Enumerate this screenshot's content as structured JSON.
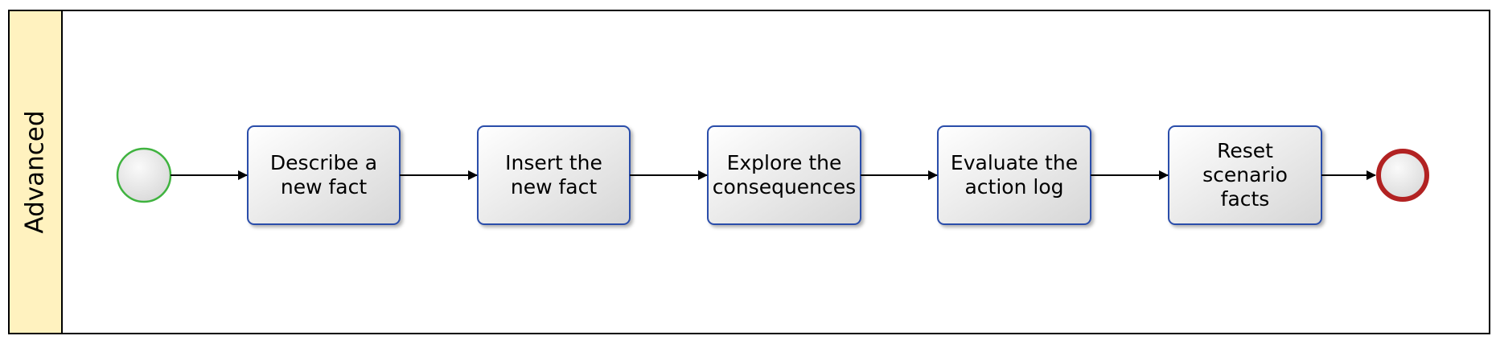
{
  "lane": {
    "label": "Advanced"
  },
  "colors": {
    "lane_fill": "#FFF2BF",
    "task_border": "#2B4EAA",
    "start_event": "#3FB33F",
    "end_event": "#B22222"
  },
  "flow": {
    "tasks": [
      {
        "id": "describe",
        "label": "Describe a\nnew fact"
      },
      {
        "id": "insert",
        "label": "Insert the\nnew fact"
      },
      {
        "id": "explore",
        "label": "Explore the\nconsequences"
      },
      {
        "id": "evaluate",
        "label": "Evaluate the\naction log"
      },
      {
        "id": "reset",
        "label": "Reset\nscenario\nfacts"
      }
    ]
  }
}
